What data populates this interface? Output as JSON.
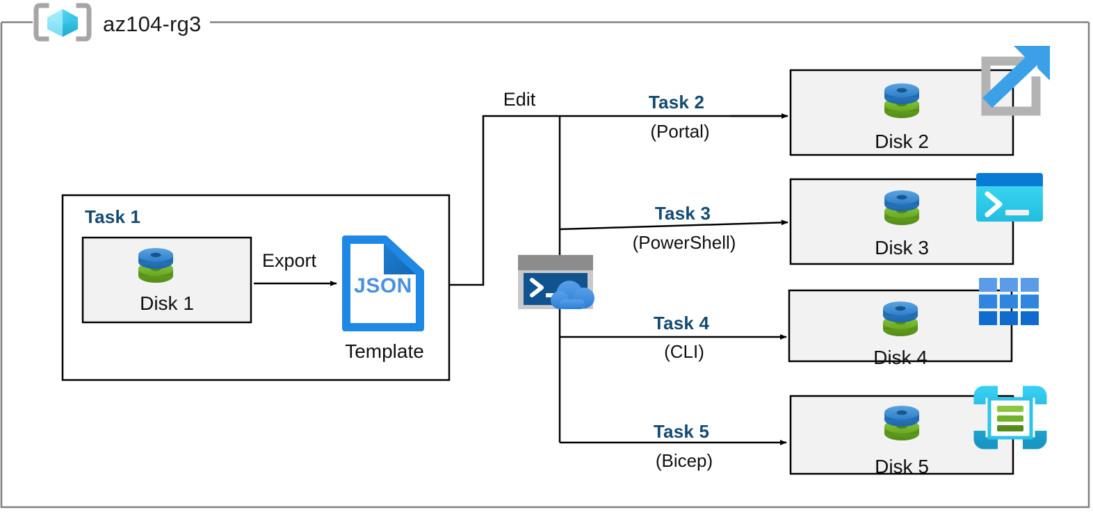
{
  "diagram": {
    "resource_group": {
      "name": "az104-rg3",
      "icon": "resource-group-cube-icon"
    },
    "task1": {
      "heading": "Task 1",
      "source_disk": {
        "label": "Disk 1",
        "icon": "disk-icon"
      },
      "export_edge_label": "Export",
      "template": {
        "file_type": "JSON",
        "label": "Template",
        "icon": "json-file-icon"
      }
    },
    "edit_edge_label": "Edit",
    "cloud_shell": {
      "icon": "cloud-shell-icon"
    },
    "branches": [
      {
        "heading": "Task 2",
        "subtitle": "(Portal)",
        "disk_label": "Disk 2",
        "disk_icon": "disk-icon",
        "tool_icon": "azure-portal-icon"
      },
      {
        "heading": "Task 3",
        "subtitle": "(PowerShell)",
        "disk_label": "Disk 3",
        "disk_icon": "disk-icon",
        "tool_icon": "powershell-icon"
      },
      {
        "heading": "Task 4",
        "subtitle": "(CLI)",
        "disk_label": "Disk 4",
        "disk_icon": "disk-icon",
        "tool_icon": "azure-cli-grid-icon"
      },
      {
        "heading": "Task 5",
        "subtitle": "(Bicep)",
        "disk_label": "Disk 5",
        "disk_icon": "disk-icon",
        "tool_icon": "bicep-template-icon"
      }
    ],
    "colors": {
      "task_heading": "#134a72",
      "disk_box_fill": "#f2f2f2",
      "disk_box_stroke": "#000000",
      "outer_frame_stroke": "#7f7f7f",
      "disk_top": "#3f8fd8",
      "disk_bottom": "#79b72b",
      "json_blue": "#1e88e5",
      "portal_gray": "#b3b3b3",
      "portal_arrow": "#3aa0e8",
      "powershell_title": "#0a7bd4",
      "powershell_body": "#32d0ef",
      "cli_tile": "#2f86de",
      "bicep_frame": "#2fc3e8",
      "bicep_bar": "#6bbd2a",
      "cloud_shell_window": "#8c8c8c",
      "cloud_shell_body": "#10538f",
      "cloud_shell_cloud": "#3f8fe0",
      "rg_cube_light": "#8ee8fb",
      "rg_cube_mid": "#39d2f0",
      "rg_cube_dark": "#27b3d6",
      "rg_bracket": "#a6a6a6"
    }
  }
}
